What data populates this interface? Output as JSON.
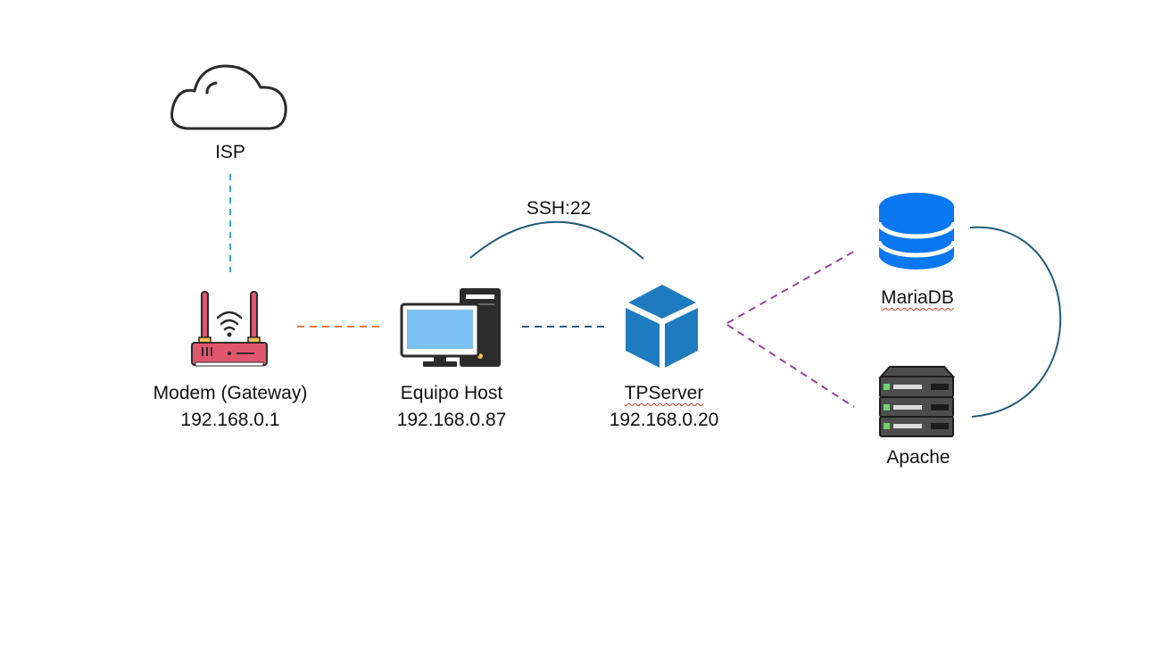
{
  "nodes": {
    "isp": {
      "label": "ISP"
    },
    "modem": {
      "name": "Modem (Gateway)",
      "ip": "192.168.0.1"
    },
    "host": {
      "name": "Equipo Host",
      "ip": "192.168.0.87"
    },
    "server": {
      "name": "TPServer",
      "ip": "192.168.0.20"
    },
    "mariadb": {
      "label": "MariaDB"
    },
    "apache": {
      "label": "Apache"
    }
  },
  "connections": {
    "ssh": {
      "label": "SSH:22"
    }
  },
  "colors": {
    "cloud_stroke": "#2b2b2b",
    "isp_link": "#3aa6c9",
    "modem_link": "#e07a3c",
    "host_link": "#2a5a7e",
    "service_link": "#9b3ea0",
    "arc": "#1f5b7a",
    "router_body": "#e0566d",
    "cube": "#1f7bbf",
    "db": "#0a78f0",
    "rack": "#4d4d4d",
    "monitor": "#7dc0f2"
  }
}
